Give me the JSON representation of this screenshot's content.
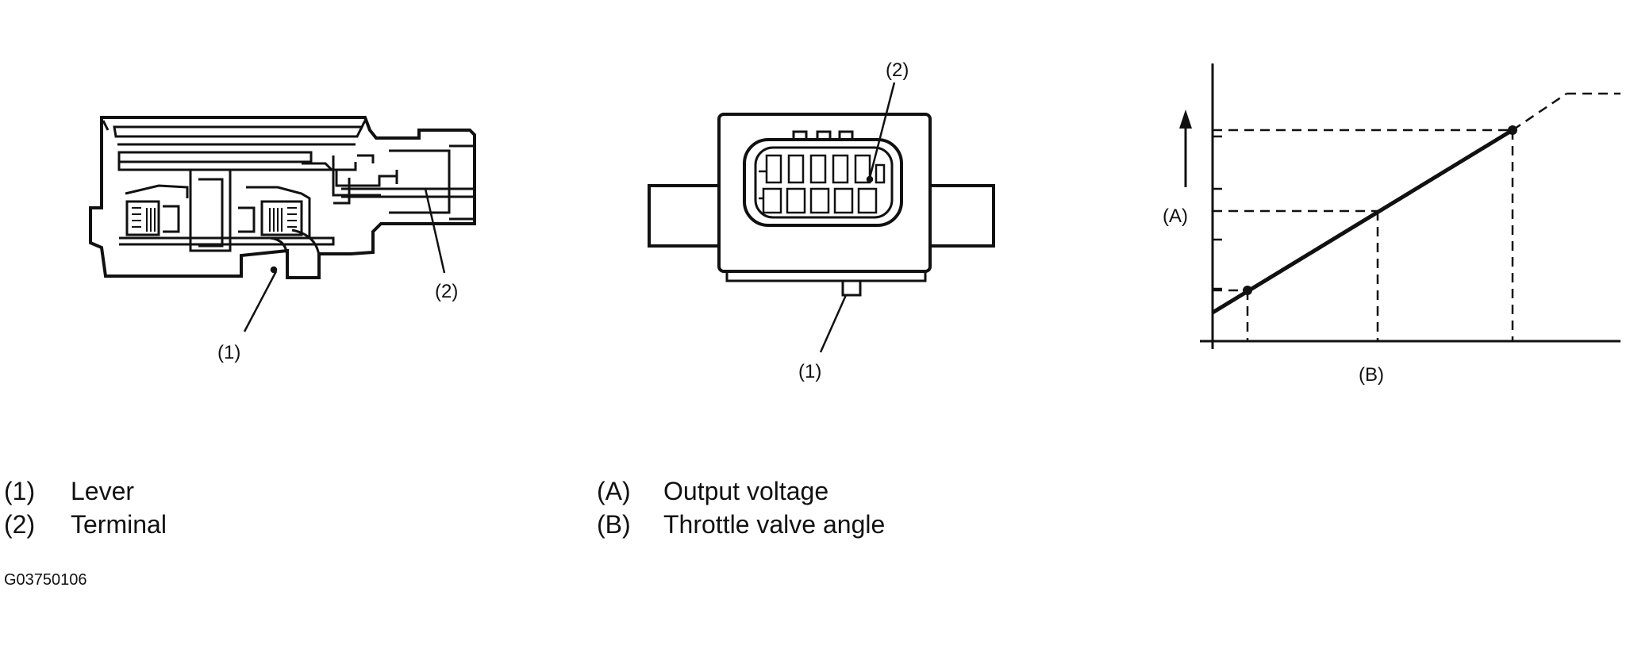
{
  "callouts": {
    "left_lever": "(1)",
    "left_terminal": "(2)",
    "middle_lever": "(1)",
    "middle_terminal": "(2)",
    "graph_y": "(A)",
    "graph_x": "(B)"
  },
  "legend_left": [
    {
      "key": "(1)",
      "text": "Lever"
    },
    {
      "key": "(2)",
      "text": "Terminal"
    }
  ],
  "legend_right": [
    {
      "key": "(A)",
      "text": "Output voltage"
    },
    {
      "key": "(B)",
      "text": "Throttle valve angle"
    }
  ],
  "figure_code": "G03750106"
}
